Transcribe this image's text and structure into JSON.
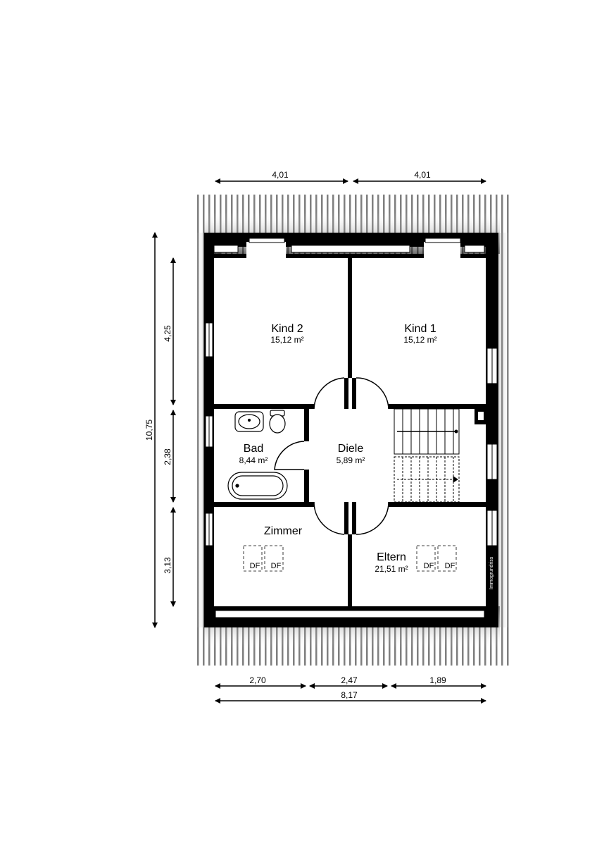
{
  "rooms": {
    "kind2": {
      "name": "Kind 2",
      "area": "15,12 m²"
    },
    "kind1": {
      "name": "Kind 1",
      "area": "15,12 m²"
    },
    "bad": {
      "name": "Bad",
      "area": "8,44 m²"
    },
    "diele": {
      "name": "Diele",
      "area": "5,89 m²"
    },
    "zimmer": {
      "name": "Zimmer"
    },
    "eltern": {
      "name": "Eltern",
      "area": "21,51 m²"
    }
  },
  "roof_windows": {
    "label": "DF"
  },
  "dimensions": {
    "top": [
      "4,01",
      "4,01"
    ],
    "left_total": "10,75",
    "left_parts": [
      "4,25",
      "2,38",
      "3,13"
    ],
    "bottom_parts": [
      "2,70",
      "2,47",
      "1,89"
    ],
    "bottom_total": "8,17"
  },
  "watermark": "Immogrundriss"
}
